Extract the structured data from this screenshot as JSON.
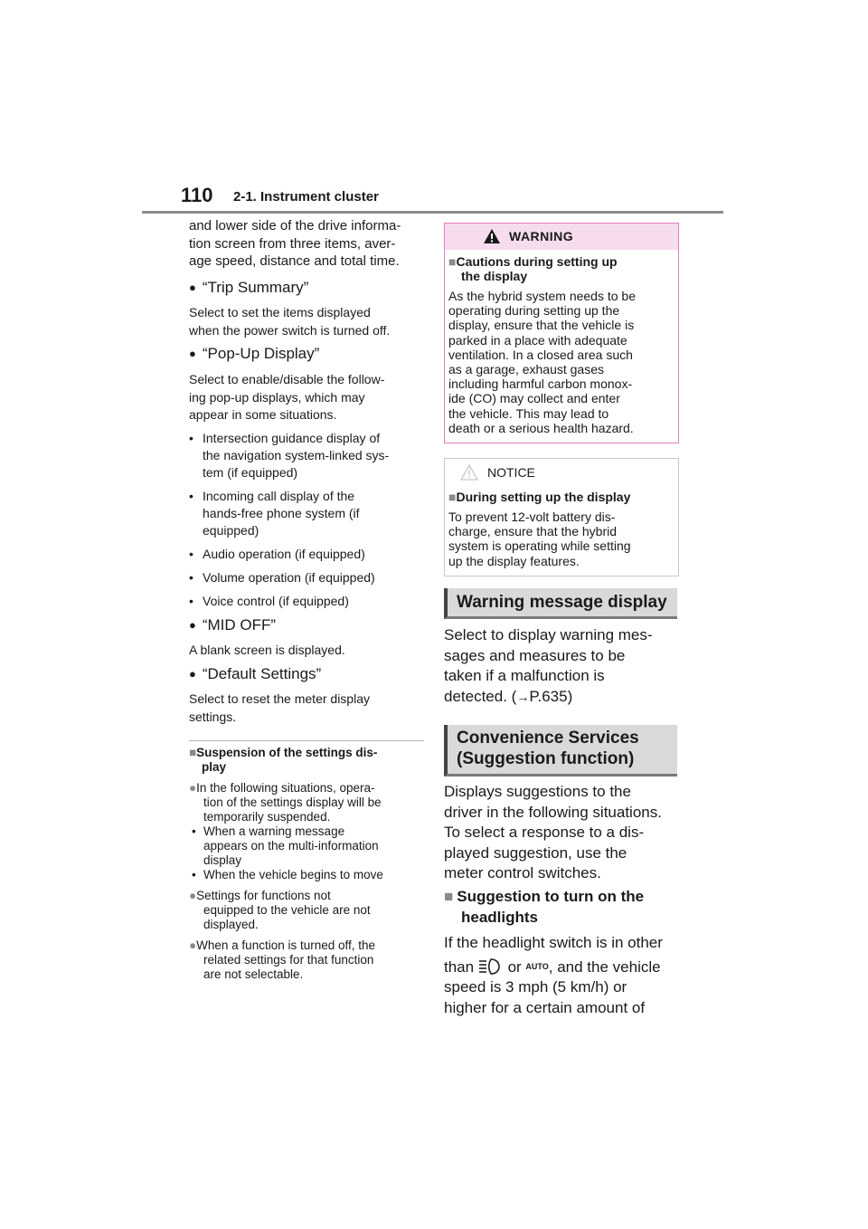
{
  "header": {
    "page_number": "110",
    "section": "2-1. Instrument cluster"
  },
  "left": {
    "intro": [
      "and lower side of the drive informa-",
      "tion screen from three items, aver-",
      "age speed, distance and total time."
    ],
    "items": [
      {
        "title": "“Trip Summary”",
        "desc": [
          "Select to set the items displayed",
          "when the power switch is turned off."
        ]
      },
      {
        "title": "“Pop-Up Display”",
        "desc": [
          "Select to enable/disable the follow-",
          "ing pop-up displays, which may",
          "appear in some situations."
        ]
      }
    ],
    "bullets": [
      {
        "lines": [
          "Intersection guidance display of",
          "the navigation system-linked sys-",
          "tem (if equipped)"
        ]
      },
      {
        "lines": [
          "Incoming call display of the",
          "hands-free phone system (if",
          "equipped)"
        ]
      },
      {
        "lines": [
          "Audio operation (if equipped)"
        ]
      },
      {
        "lines": [
          "Volume operation (if equipped)"
        ]
      },
      {
        "lines": [
          "Voice control (if equipped)"
        ]
      }
    ],
    "items2": [
      {
        "title": "“MID OFF”",
        "desc": [
          "A blank screen is displayed."
        ]
      },
      {
        "title": "“Default Settings”",
        "desc": [
          "Select to reset the meter display",
          "settings."
        ]
      }
    ],
    "note_title": [
      "Suspension of the settings dis-",
      "play"
    ],
    "note_points": [
      {
        "lines": [
          "In the following situations, opera-",
          "tion of the settings display will be",
          "temporarily suspended."
        ],
        "subs": [
          {
            "lines": [
              "When a warning message",
              "appears on the multi-information",
              "display"
            ]
          },
          {
            "lines": [
              "When the vehicle begins to move"
            ]
          }
        ]
      },
      {
        "lines": [
          "Settings for functions not",
          "equipped to the vehicle are not",
          "displayed."
        ]
      },
      {
        "lines": [
          "When a function is turned off, the",
          "related settings for that function",
          "are not selectable."
        ]
      }
    ],
    "bullet_glyph": "•",
    "item_glyph": "●",
    "square_glyph": "■",
    "circle_glyph": "●"
  },
  "warning": {
    "label": "WARNING",
    "title": [
      "Cautions during setting up",
      "the display"
    ],
    "body": [
      "As the hybrid system needs to be",
      "operating during setting up the",
      "display, ensure that the vehicle is",
      "parked in a place with adequate",
      "ventilation. In a closed area such",
      "as a garage, exhaust gases",
      "including harmful carbon monox-",
      "ide (CO) may collect and enter",
      "the vehicle. This may lead to",
      "death or a serious health hazard."
    ]
  },
  "notice": {
    "label": "NOTICE",
    "title": "During setting up the display",
    "body": [
      "To prevent 12-volt battery dis-",
      "charge, ensure that the hybrid",
      "system is operating while setting",
      "up the display features."
    ]
  },
  "warning_msg": {
    "heading": "Warning message display",
    "body": [
      "Select to display warning mes-",
      "sages and measures to be",
      "taken if a malfunction is"
    ],
    "last_prefix": "detected. (",
    "arrow": "→",
    "last_suffix": "P.635)"
  },
  "convenience": {
    "heading": [
      "Convenience Services",
      "(Suggestion function)"
    ],
    "body": [
      "Displays suggestions to the",
      "driver in the following situations.",
      "To select a response to a dis-",
      "played suggestion, use the",
      "meter control switches."
    ],
    "sub_title": [
      "Suggestion to turn on the",
      "headlights"
    ],
    "p1": "If the headlight switch is in other",
    "p2_a": "than",
    "p2_or": "or",
    "p2_auto": "AUTO",
    "p2_b": ", and the vehicle",
    "p3": [
      "speed is 3 mph (5 km/h) or",
      "higher for a certain amount of"
    ]
  }
}
